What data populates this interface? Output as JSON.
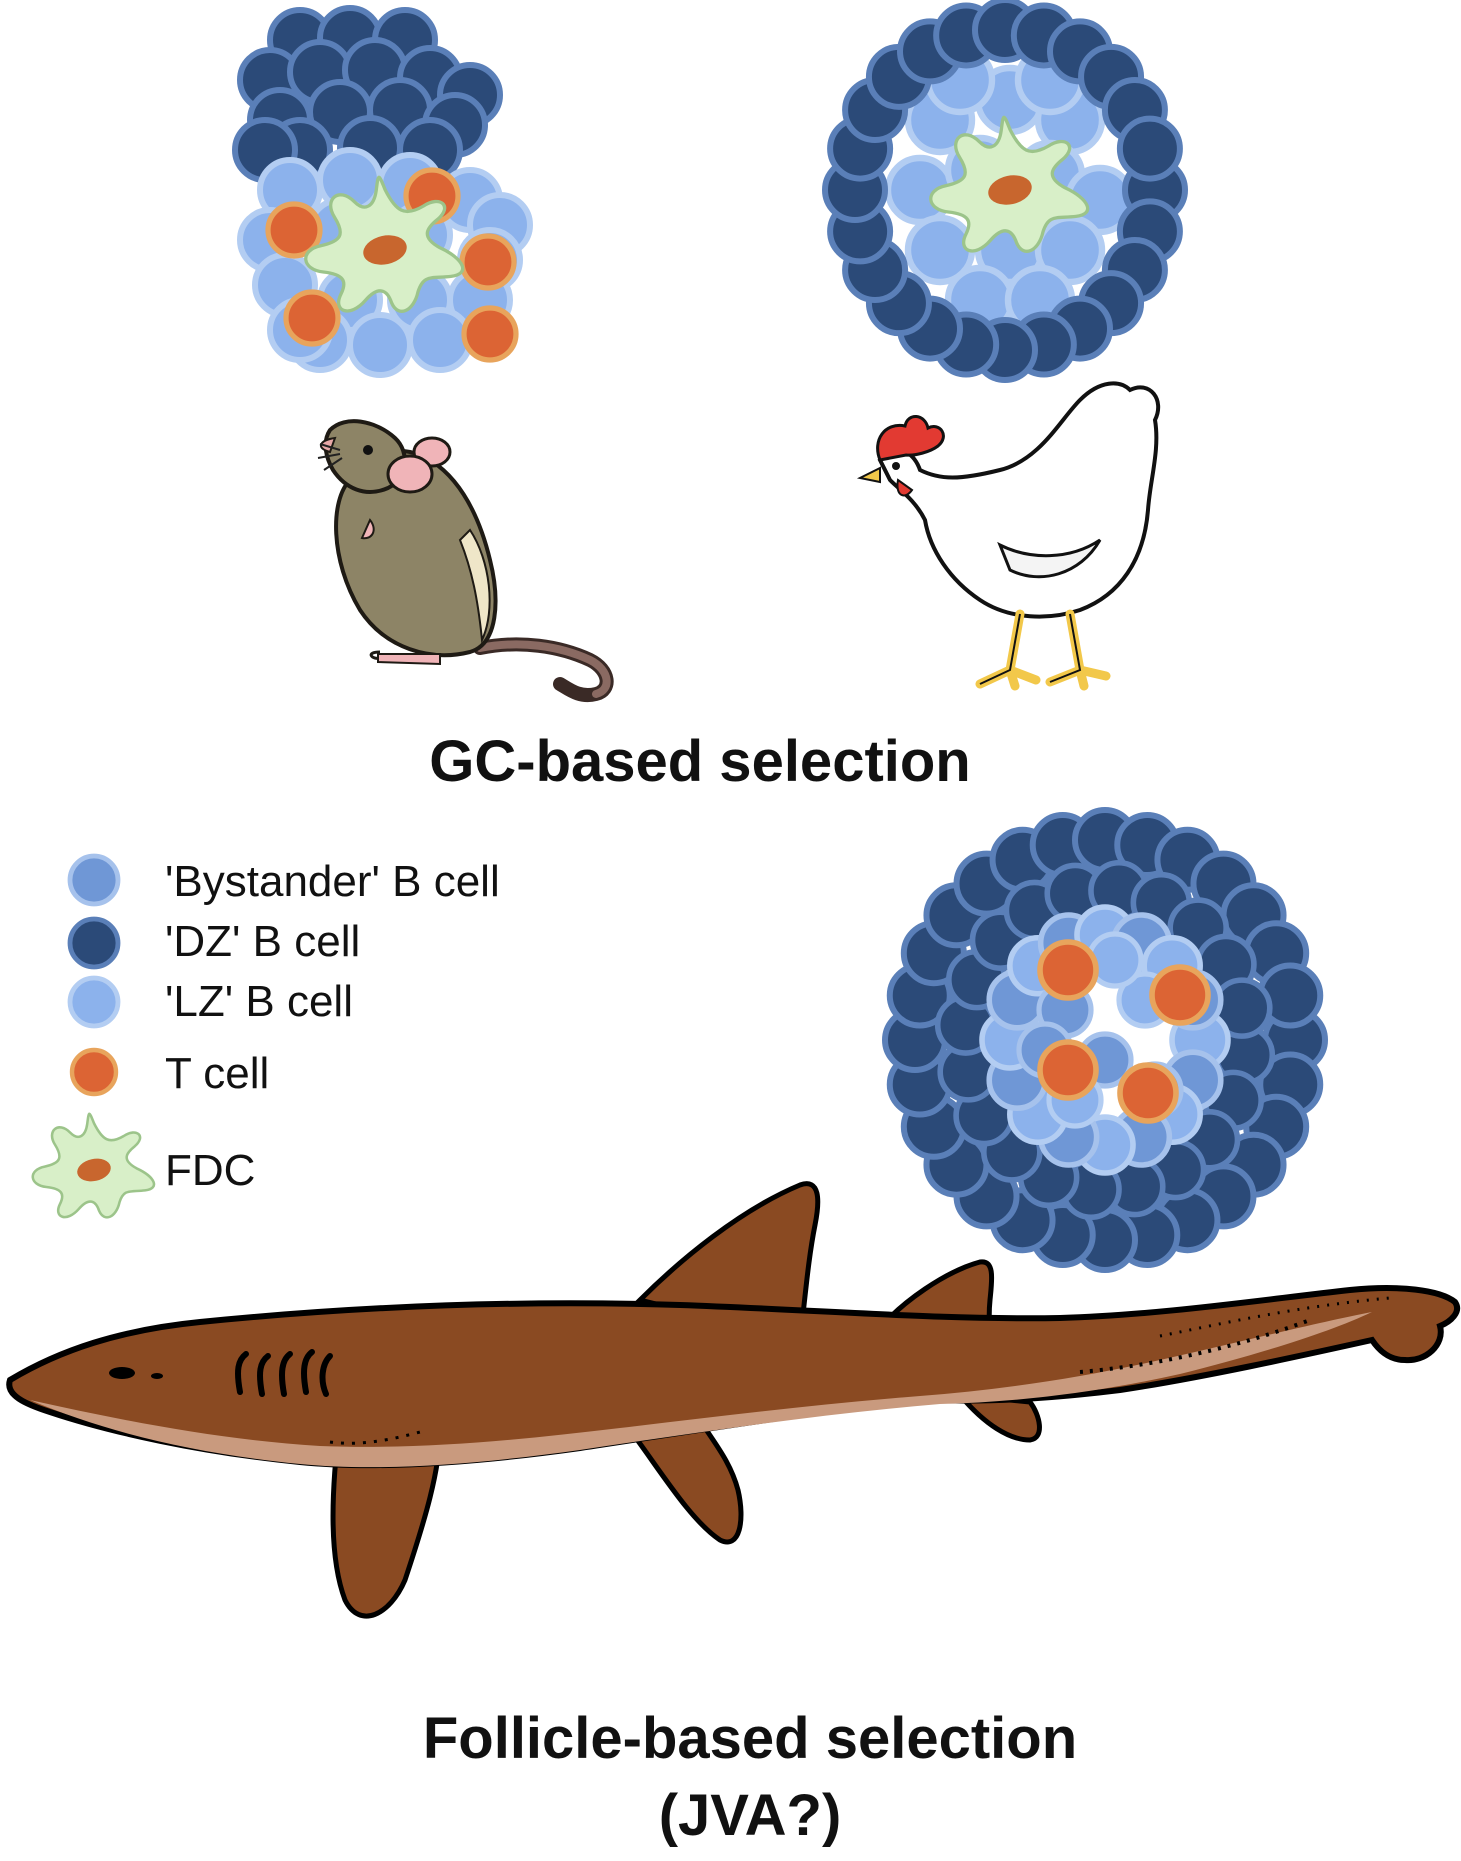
{
  "titles": {
    "gc": "GC-based selection",
    "follicle_line1": "Follicle-based selection",
    "follicle_line2": "(JVA?)"
  },
  "legend": {
    "bystander": "'Bystander' B cell",
    "dz": "'DZ' B cell",
    "lz": "'LZ' B cell",
    "t_cell": "T cell",
    "fdc": "FDC"
  },
  "colors": {
    "dz_fill": "#2b4a78",
    "dz_ring": "#5a7fb8",
    "lz_fill": "#8cb2ec",
    "lz_ring": "#b3cdf2",
    "bystander_fill": "#6f97d6",
    "bystander_ring": "#a6c2ec",
    "t_fill": "#dc6434",
    "t_ring": "#e8a45c",
    "fdc_fill": "#d8efc8",
    "fdc_nucleus": "#c8662e",
    "shark_body": "#8a4a22",
    "shark_belly": "#c99a7e",
    "mouse_fur": "#8d8466",
    "chicken_comb": "#e23a32"
  },
  "icons": {
    "mouse": "mouse-illustration",
    "chicken": "chicken-illustration",
    "shark": "shark-illustration"
  }
}
